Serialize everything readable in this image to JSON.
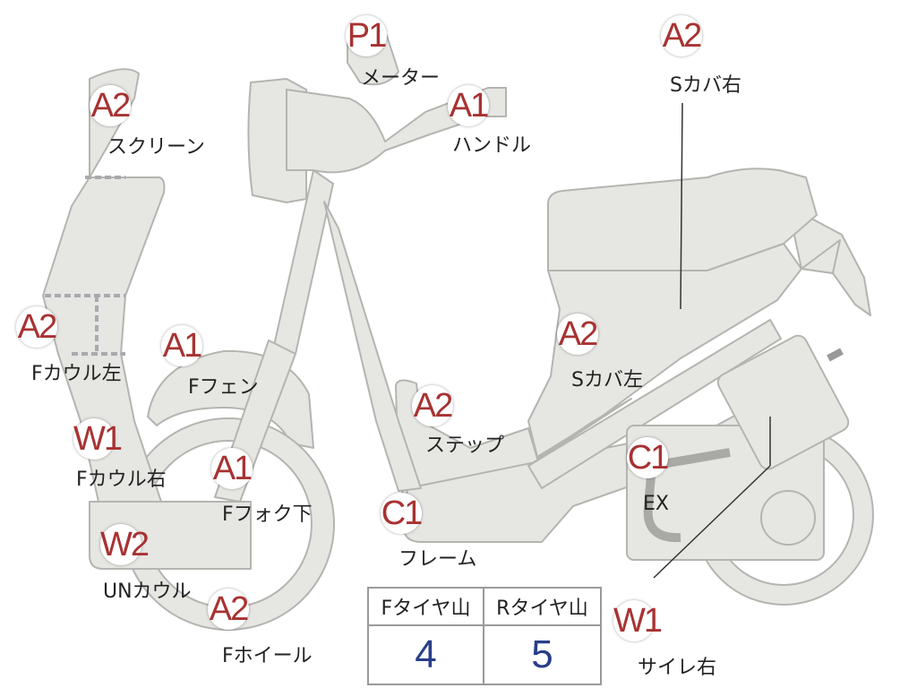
{
  "colors": {
    "part_fill": "#e6e6e3",
    "part_stroke": "#b4b4b0",
    "grade_text": "#a83232",
    "tire_value": "#283e8a"
  },
  "parts": [
    {
      "id": "p1-meter",
      "grade": "P1",
      "label": "メーター"
    },
    {
      "id": "a1-handle",
      "grade": "A1",
      "label": "ハンドル"
    },
    {
      "id": "a2-s-cover-right",
      "grade": "A2",
      "label": "Sカバ右"
    },
    {
      "id": "a2-screen",
      "grade": "A2",
      "label": "スクリーン"
    },
    {
      "id": "a2-f-cowl-left",
      "grade": "A2",
      "label": "Fカウル左"
    },
    {
      "id": "a1-f-fender",
      "grade": "A1",
      "label": "Fフェン"
    },
    {
      "id": "a2-s-cover-left",
      "grade": "A2",
      "label": "Sカバ左"
    },
    {
      "id": "w1-f-cowl-right",
      "grade": "W1",
      "label": "Fカウル右"
    },
    {
      "id": "a2-step",
      "grade": "A2",
      "label": "ステップ"
    },
    {
      "id": "a1-f-fork-lower",
      "grade": "A1",
      "label": "Fフォク下"
    },
    {
      "id": "c1-ex",
      "grade": "C1",
      "label": "EX"
    },
    {
      "id": "c1-frame",
      "grade": "C1",
      "label": "フレーム"
    },
    {
      "id": "w2-un-cowl",
      "grade": "W2",
      "label": "UNカウル"
    },
    {
      "id": "a2-f-wheel",
      "grade": "A2",
      "label": "Fホイール"
    },
    {
      "id": "w1-silencer-right",
      "grade": "W1",
      "label": "サイレ右"
    }
  ],
  "tire_table": {
    "front_header": "Fタイヤ山",
    "rear_header": "Rタイヤ山",
    "front_value": "4",
    "rear_value": "5"
  }
}
